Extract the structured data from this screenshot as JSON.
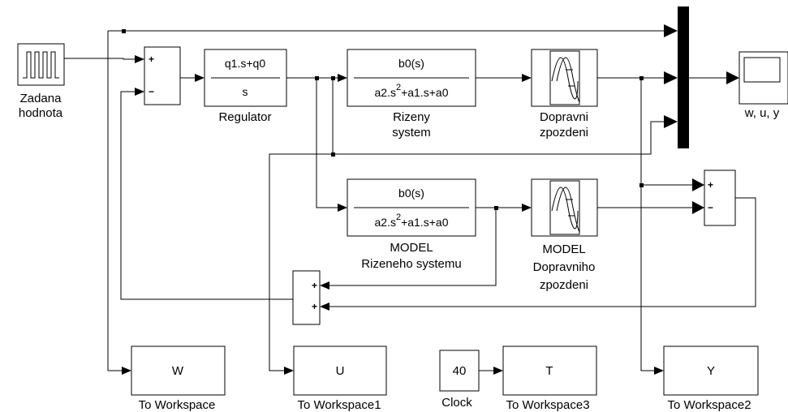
{
  "source": {
    "name_line1": "Zadana",
    "name_line2": "hodnota"
  },
  "sum1": {
    "sign_top": "+",
    "sign_bottom": "−"
  },
  "regulator": {
    "numerator": "q1.s+q0",
    "denominator": "s",
    "name": "Regulator"
  },
  "plant": {
    "numerator": "b0(s)",
    "den_a": "a2.s",
    "den_exp": "2",
    "den_b": "+a1.s+a0",
    "name_line1": "Rizeny",
    "name_line2": "system"
  },
  "delay": {
    "name_line1": "Dopravni",
    "name_line2": "zpozdeni"
  },
  "scope": {
    "name": "w, u, y"
  },
  "model_plant": {
    "numerator": "b0(s)",
    "den_a": "a2.s",
    "den_exp": "2",
    "den_b": "+a1.s+a0",
    "name_line1": "MODEL",
    "name_line2": "Rizeneho systemu"
  },
  "model_delay": {
    "name_line1": "MODEL",
    "name_line2": "Dopravniho",
    "name_line3": "zpozdeni"
  },
  "sum2": {
    "sign_top": "+",
    "sign_bottom": "−"
  },
  "sum3": {
    "sign_top": "+",
    "sign_bottom": "+"
  },
  "workspace_w": {
    "value": "W",
    "name": "To Workspace"
  },
  "workspace_u": {
    "value": "U",
    "name": "To Workspace1"
  },
  "clock": {
    "value": "40",
    "name": "Clock"
  },
  "workspace_t": {
    "value": "T",
    "name": "To Workspace3"
  },
  "workspace_y": {
    "value": "Y",
    "name": "To Workspace2"
  }
}
